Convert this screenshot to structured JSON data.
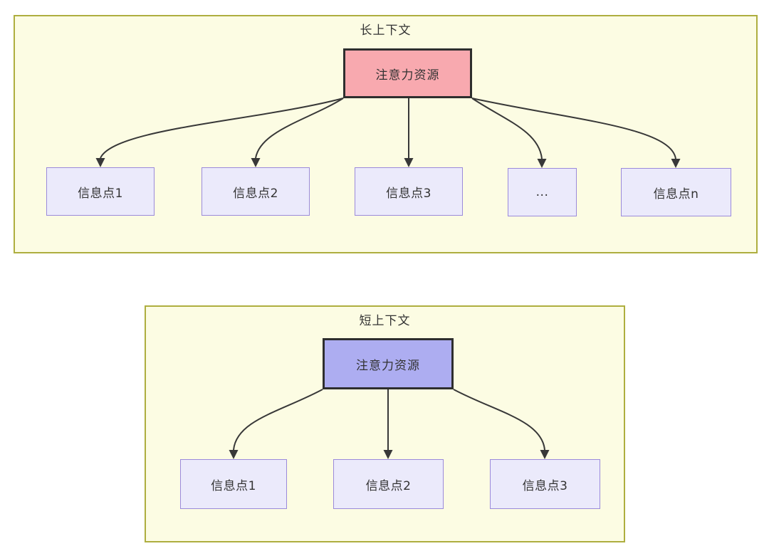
{
  "diagram": {
    "type": "comparison-flow",
    "description_visible_text_only": true
  },
  "colors": {
    "panel_fill": "#FCFCE3",
    "panel_border": "#AEAE3F",
    "attention_long_fill": "#F8A9AF",
    "attention_short_fill": "#ADADF1",
    "node_fill": "#EBEAFB",
    "node_border": "#9B8ADB",
    "dark_border": "#2E2E2E",
    "arrow": "#383838",
    "text": "#333333"
  },
  "long_context": {
    "title": "长上下文",
    "attention_label": "注意力资源",
    "nodes": [
      "信息点1",
      "信息点2",
      "信息点3",
      "...",
      "信息点n"
    ]
  },
  "short_context": {
    "title": "短上下文",
    "attention_label": "注意力资源",
    "nodes": [
      "信息点1",
      "信息点2",
      "信息点3"
    ]
  }
}
